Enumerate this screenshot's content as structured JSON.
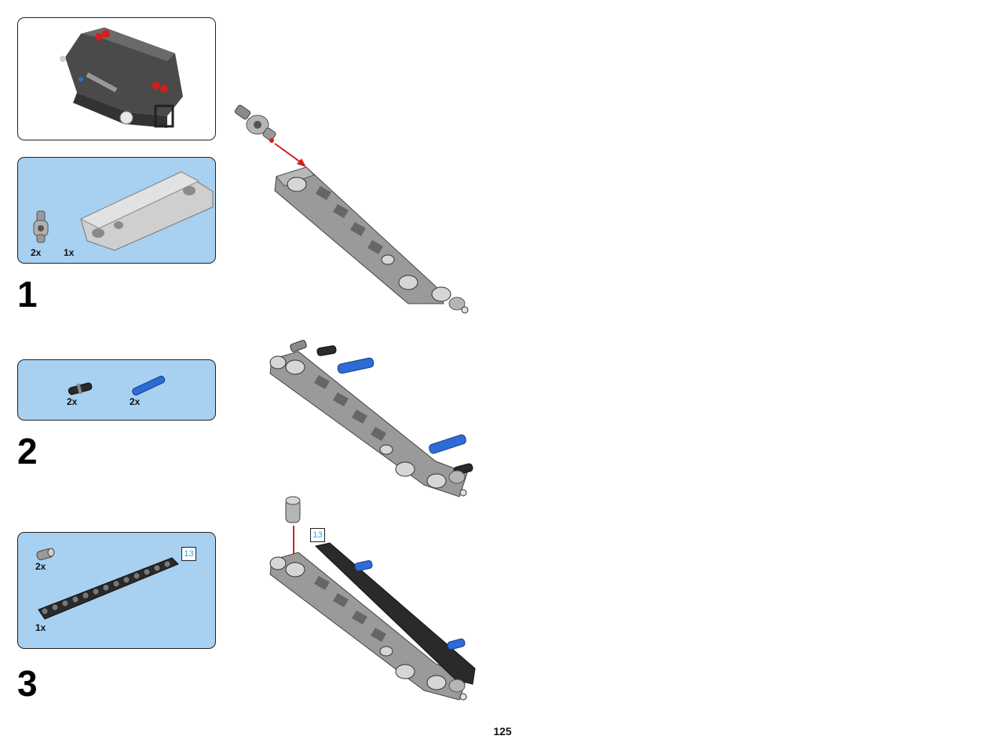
{
  "steps": [
    {
      "number": "1",
      "parts": [
        {
          "qty": "2x",
          "icon": "connector-pin-icon"
        },
        {
          "qty": "1x",
          "icon": "panel-beam-icon"
        }
      ]
    },
    {
      "number": "2",
      "parts": [
        {
          "qty": "2x",
          "icon": "black-pin-icon"
        },
        {
          "qty": "2x",
          "icon": "blue-axle-pin-icon"
        }
      ]
    },
    {
      "number": "3",
      "parts": [
        {
          "qty": "2x",
          "icon": "bush-icon"
        },
        {
          "qty": "1x",
          "icon": "beam-13-icon",
          "length": "13"
        }
      ],
      "callout_length": "13"
    }
  ],
  "page_number": "125",
  "colors": {
    "parts_panel_bg": "#a8d0f0",
    "arrow_red": "#d21f1f",
    "part_blue": "#2e6bd6",
    "part_gray": "#9a9a9a",
    "part_black": "#2a2a2a",
    "length_text": "#2aa7d9"
  }
}
